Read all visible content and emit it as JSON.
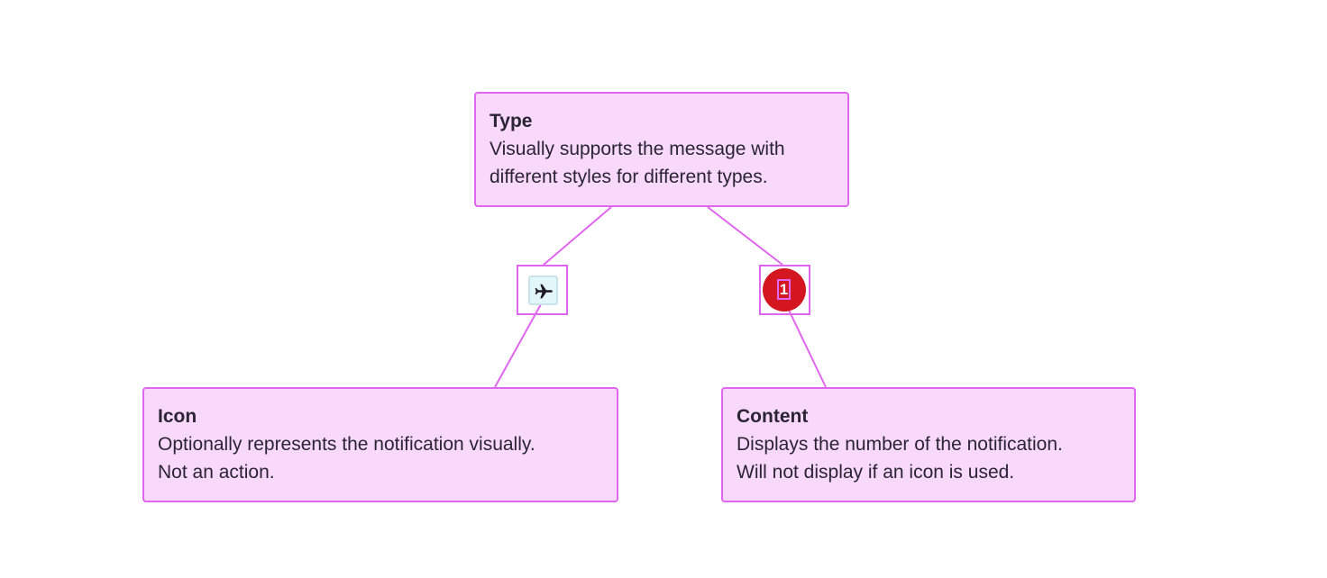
{
  "callouts": {
    "type": {
      "title": "Type",
      "lines": [
        "Visually supports the message with",
        "different styles for different types."
      ]
    },
    "icon": {
      "title": "Icon",
      "lines": [
        "Optionally represents the notification visually.",
        "Not an action."
      ]
    },
    "content": {
      "title": "Content",
      "lines": [
        "Displays the number of the notification.",
        "Will not display if an icon is used."
      ]
    }
  },
  "example": {
    "icon_name": "airplane-icon",
    "count": "1"
  },
  "colors": {
    "annotation": "#e066ef",
    "callout_fill": "#f8d9fc",
    "badge_red": "#d3161f",
    "icon_badge_fill": "#e3f6fa"
  }
}
